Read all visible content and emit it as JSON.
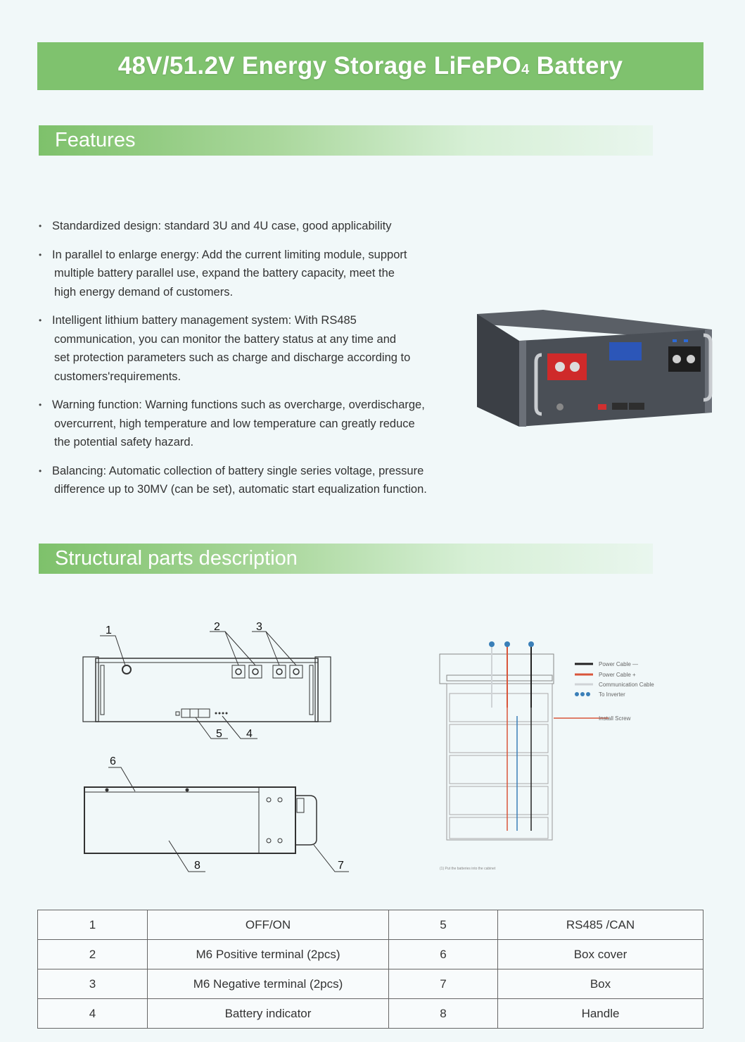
{
  "header": {
    "title_main": "48V/51.2V Energy Storage LiFePO",
    "title_sub": "4",
    "title_end": " Battery"
  },
  "sections": {
    "features": "Features",
    "structural": "Structural parts description"
  },
  "features": [
    {
      "lines": [
        "Standardized design: standard 3U and 4U case, good applicability"
      ]
    },
    {
      "lines": [
        "In parallel to enlarge energy: Add the current limiting module, support",
        "multiple battery parallel use, expand the battery capacity, meet the",
        "high energy demand of customers."
      ]
    },
    {
      "lines": [
        "Intelligent lithium battery management system:  With RS485",
        "communication, you can monitor the battery status at any time and",
        "set protection parameters such as charge and discharge according to",
        "customers'requirements."
      ]
    },
    {
      "lines": [
        "Warning function: Warning functions such as overcharge, overdischarge,",
        "overcurrent, high temperature and low temperature can greatly reduce",
        "the potential safety hazard."
      ]
    },
    {
      "lines": [
        "Balancing: Automatic collection of battery single series voltage, pressure",
        "difference up to 30MV (can be set), automatic start equalization function."
      ]
    }
  ],
  "diagram_labels": {
    "front": [
      "1",
      "2",
      "3",
      "4",
      "5"
    ],
    "side": [
      "6",
      "7",
      "8"
    ]
  },
  "cabinet_legend": {
    "power_neg": "Power Cable  —",
    "power_pos": "Power Cable  +",
    "comm": "Communication Cable",
    "inverter": "To Inverter",
    "screw": "Install Screw",
    "caption": "(1) Put the batteries into the cabinet"
  },
  "parts_table": [
    {
      "n1": "1",
      "d1": "OFF/ON",
      "n2": "5",
      "d2": "RS485 /CAN"
    },
    {
      "n1": "2",
      "d1": "M6  Positive terminal (2pcs)",
      "n2": "6",
      "d2": "Box cover"
    },
    {
      "n1": "3",
      "d1": "M6  Negative terminal (2pcs)",
      "n2": "7",
      "d2": "Box"
    },
    {
      "n1": "4",
      "d1": "Battery indicator",
      "n2": "8",
      "d2": "Handle"
    }
  ],
  "colors": {
    "title_green": "#7fc26e",
    "background": "#f1f8f9",
    "power_negative": "#222222",
    "power_positive": "#d9553a",
    "communication": "#cfd3d6",
    "inverter_marker": "#3a7fb8"
  }
}
